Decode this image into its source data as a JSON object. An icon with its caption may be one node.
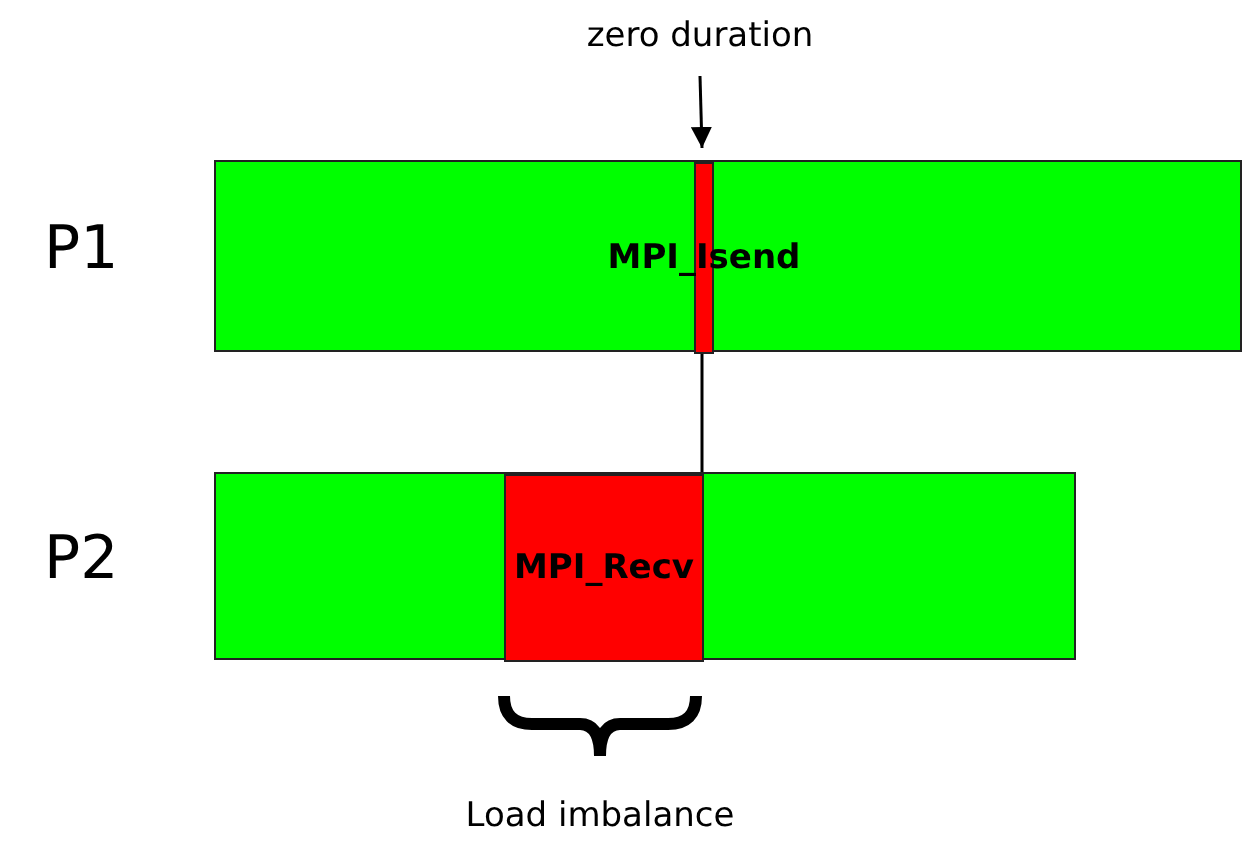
{
  "diagram": {
    "nodes": [
      {
        "text": [],
        "shape": "bar",
        "beside": [
          "P1"
        ]
      },
      {
        "text": [
          "MPI_Isend"
        ],
        "in": 0
      },
      {
        "text": [
          "zero duration"
        ]
      },
      {
        "text": [],
        "shape": "bar",
        "beside": [
          "P2"
        ]
      },
      {
        "text": [
          "MPI_Recv"
        ],
        "in": 3
      }
    ],
    "edges": [
      {
        "from": 2,
        "to": 1,
        "arrow": "to"
      },
      {
        "from": 1,
        "to": 4,
        "arrow": "none"
      }
    ],
    "labels": [
      "Load imbalance"
    ]
  }
}
